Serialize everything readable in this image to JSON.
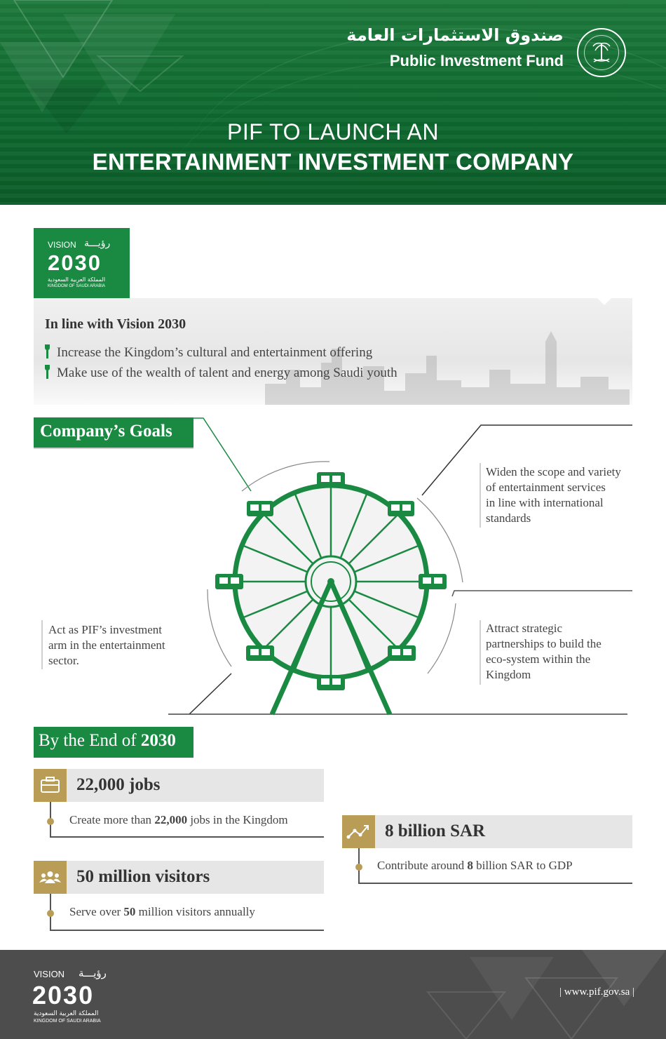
{
  "header": {
    "org_arabic": "صندوق الاستثمارات العامة",
    "org_english": "Public Investment Fund",
    "headline_line1": "PIF TO LAUNCH AN",
    "headline_line2": "ENTERTAINMENT INVESTMENT COMPANY"
  },
  "vision_logo": {
    "vision": "VISION",
    "arabic": "رؤيـــة",
    "year": "2030",
    "arabic_kingdom": "المملكة العربية السعودية",
    "kingdom": "KINGDOM OF SAUDI ARABIA"
  },
  "vision_section": {
    "heading": "In line with Vision 2030",
    "bullets": [
      "Increase the Kingdom’s cultural and entertainment offering",
      "Make use of the wealth of talent and energy among Saudi youth"
    ]
  },
  "goals": {
    "heading": "Company’s Goals",
    "goal_1": "Widen the scope and variety of entertainment services in line with international standards",
    "goal_1_lines": [
      "Widen the scope and variety",
      "of entertainment services",
      "in line with international",
      "standards"
    ],
    "goal_2_lines": [
      "Attract strategic",
      "partnerships to build the",
      "eco-system within the",
      "Kingdom"
    ],
    "goal_3_lines": [
      "Act as PIF’s investment",
      "arm in the entertainment",
      "sector."
    ]
  },
  "end_2030": {
    "heading_prefix": "By the End of ",
    "heading_year": "2030",
    "jobs": {
      "title": "22,000 jobs",
      "desc_prefix": "Create more than ",
      "desc_bold": "22,000",
      "desc_suffix": " jobs in the Kingdom",
      "icon": "briefcase-icon"
    },
    "visitors": {
      "title": "50 million visitors",
      "desc_prefix": "Serve over ",
      "desc_bold": "50",
      "desc_suffix": " million visitors annually",
      "icon": "people-icon"
    },
    "gdp": {
      "title": "8 billion SAR",
      "desc_prefix": "Contribute around ",
      "desc_bold": "8",
      "desc_suffix": " billion SAR to GDP",
      "icon": "growth-chart-icon"
    }
  },
  "footer": {
    "url": "| www.pif.gov.sa |"
  },
  "colors": {
    "brand_green": "#1a8a43",
    "gold": "#b99d56",
    "footer_gray": "#4d4d4d"
  }
}
